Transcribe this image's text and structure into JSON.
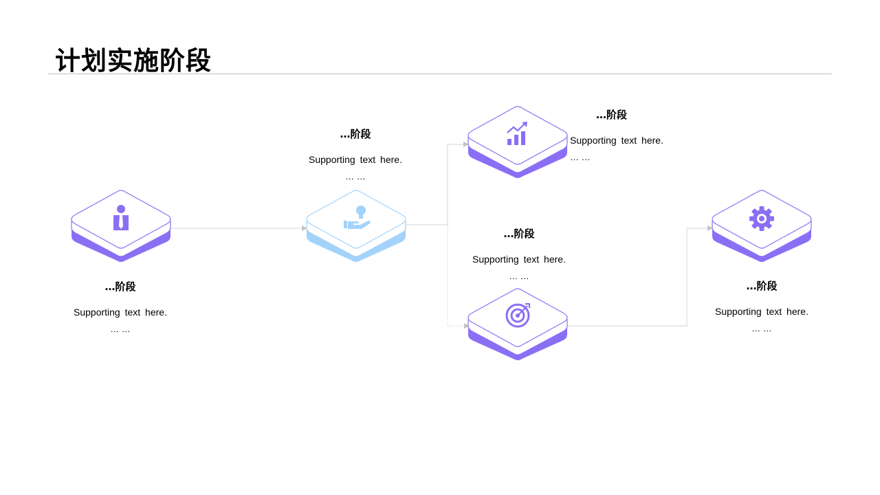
{
  "title": "计划实施阶段",
  "colors": {
    "accent": "#8a6ff5",
    "accent_light": "#a3d3fa",
    "connector": "#d0d0d0"
  },
  "stages": [
    {
      "title": "…阶段",
      "text": "Supporting  text here.",
      "more": "… …",
      "icon": "person-tie-icon"
    },
    {
      "title": "…阶段",
      "text": "Supporting  text here.",
      "more": "… …",
      "icon": "hand-lightbulb-icon"
    },
    {
      "title": "…阶段",
      "text": "Supporting  text here.",
      "more": "… …",
      "icon": "growth-chart-icon"
    },
    {
      "title": "…阶段",
      "text": "Supporting  text here.",
      "more": "… …",
      "icon": "target-icon"
    },
    {
      "title": "…阶段",
      "text": "Supporting  text here.",
      "more": "… …",
      "icon": "gear-icon"
    }
  ]
}
